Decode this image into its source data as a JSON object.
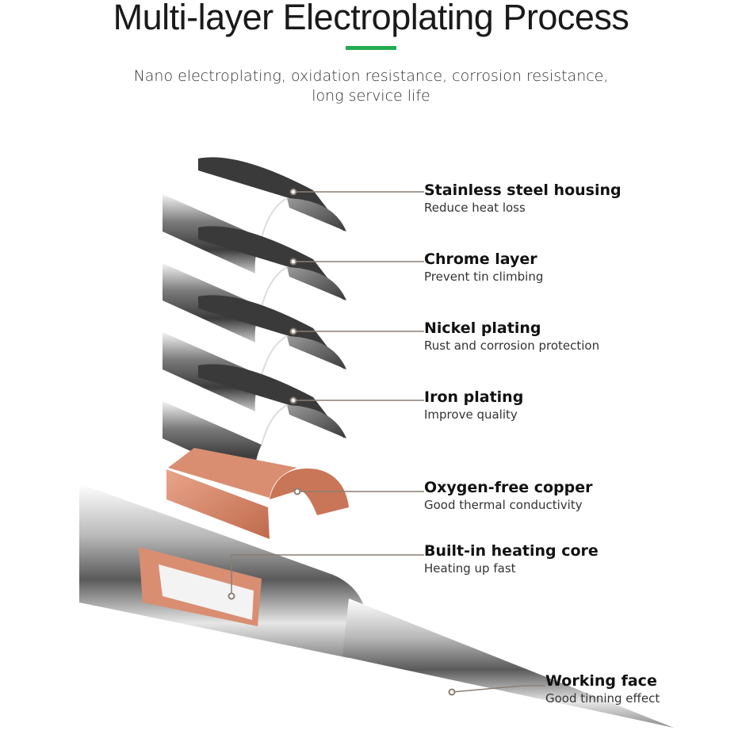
{
  "header": {
    "title": "Multi-layer Electroplating Process",
    "subtitle_line1": "Nano electroplating, oxidation resistance, corrosion resistance,",
    "subtitle_line2": "long service life",
    "accent_color": "#22ab4f"
  },
  "layers": [
    {
      "title": "Stainless steel housing",
      "desc": "Reduce heat loss"
    },
    {
      "title": "Chrome layer",
      "desc": "Prevent tin climbing"
    },
    {
      "title": "Nickel plating",
      "desc": "Rust and corrosion protection"
    },
    {
      "title": "Iron plating",
      "desc": "Improve quality"
    },
    {
      "title": "Oxygen-free copper",
      "desc": "Good thermal conductivity"
    },
    {
      "title": "Built-in heating core",
      "desc": "Heating up fast"
    },
    {
      "title": "Working face",
      "desc": "Good tinning effect"
    }
  ]
}
